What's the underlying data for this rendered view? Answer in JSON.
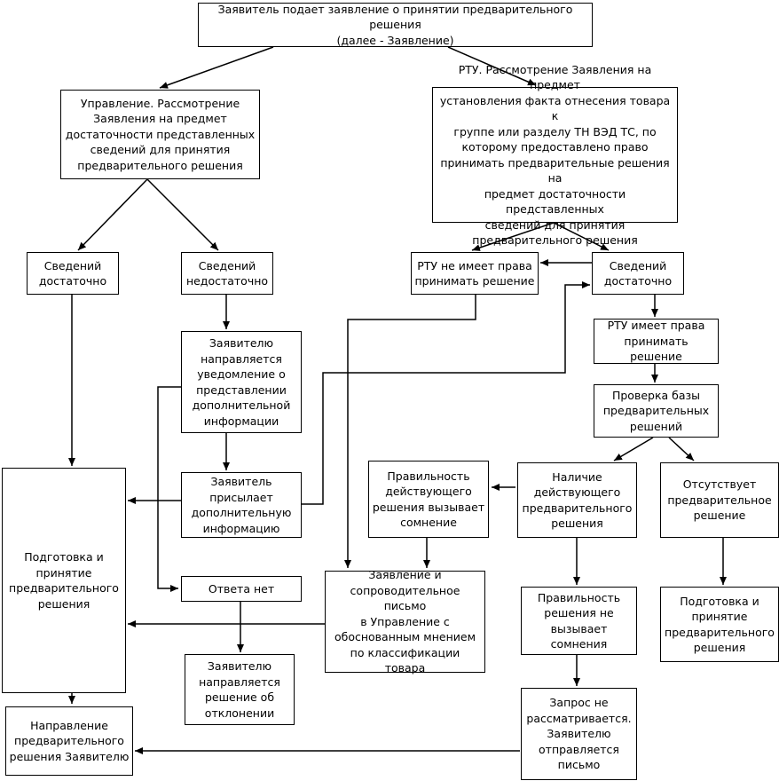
{
  "nodes": {
    "n1": "Заявитель подает заявление о принятии предварительного решения\n(далее - Заявление)",
    "n2": "Управление. Рассмотрение\nЗаявления на предмет\nдостаточности представленных\nсведений для принятия\nпредварительного решения",
    "n3": "РТУ. Рассмотрение Заявления на предмет\nустановления факта отнесения товара к\nгруппе или разделу ТН ВЭД ТС, по\nкоторому предоставлено право\nпринимать предварительные решения на\nпредмет достаточности представленных\nсведений для принятия\nпредварительного решения",
    "n4": "Сведений\nдостаточно",
    "n5": "Сведений\nнедостаточно",
    "n6": "РТУ не имеет права\nпринимать решение",
    "n7": "Сведений\nдостаточно",
    "n8": "Заявителю\nнаправляется\nуведомление о\nпредставлении\nдополнительной\nинформации",
    "n9": "РТУ имеет права\nпринимать решение",
    "n10": "Проверка базы\nпредварительных\nрешений",
    "n11": "Подготовка и\nпринятие\nпредварительного\nрешения",
    "n12": "Заявитель\nприсылает\nдополнительную\nинформацию",
    "n13": "Правильность\nдействующего\nрешения вызывает\nсомнение",
    "n14": "Наличие\nдействующего\nпредварительного\nрешения",
    "n15": "Отсутствует\nпредварительное\nрешение",
    "n16": "Ответа нет",
    "n17": "Заявление и\nсопроводительное письмо\nв Управление с\nобоснованным мнением\nпо классификации товара",
    "n18": "Правильность\nрешения не\nвызывает\nсомнения",
    "n19": "Подготовка и\nпринятие\nпредварительного\nрешения",
    "n20": "Заявителю\nнаправляется\nрешение об\nотклонении",
    "n21": "Запрос не\nрассматривается.\nЗаявителю\nотправляется\nписьмо",
    "n22": "Направление\nпредварительного\nрешения Заявителю"
  }
}
